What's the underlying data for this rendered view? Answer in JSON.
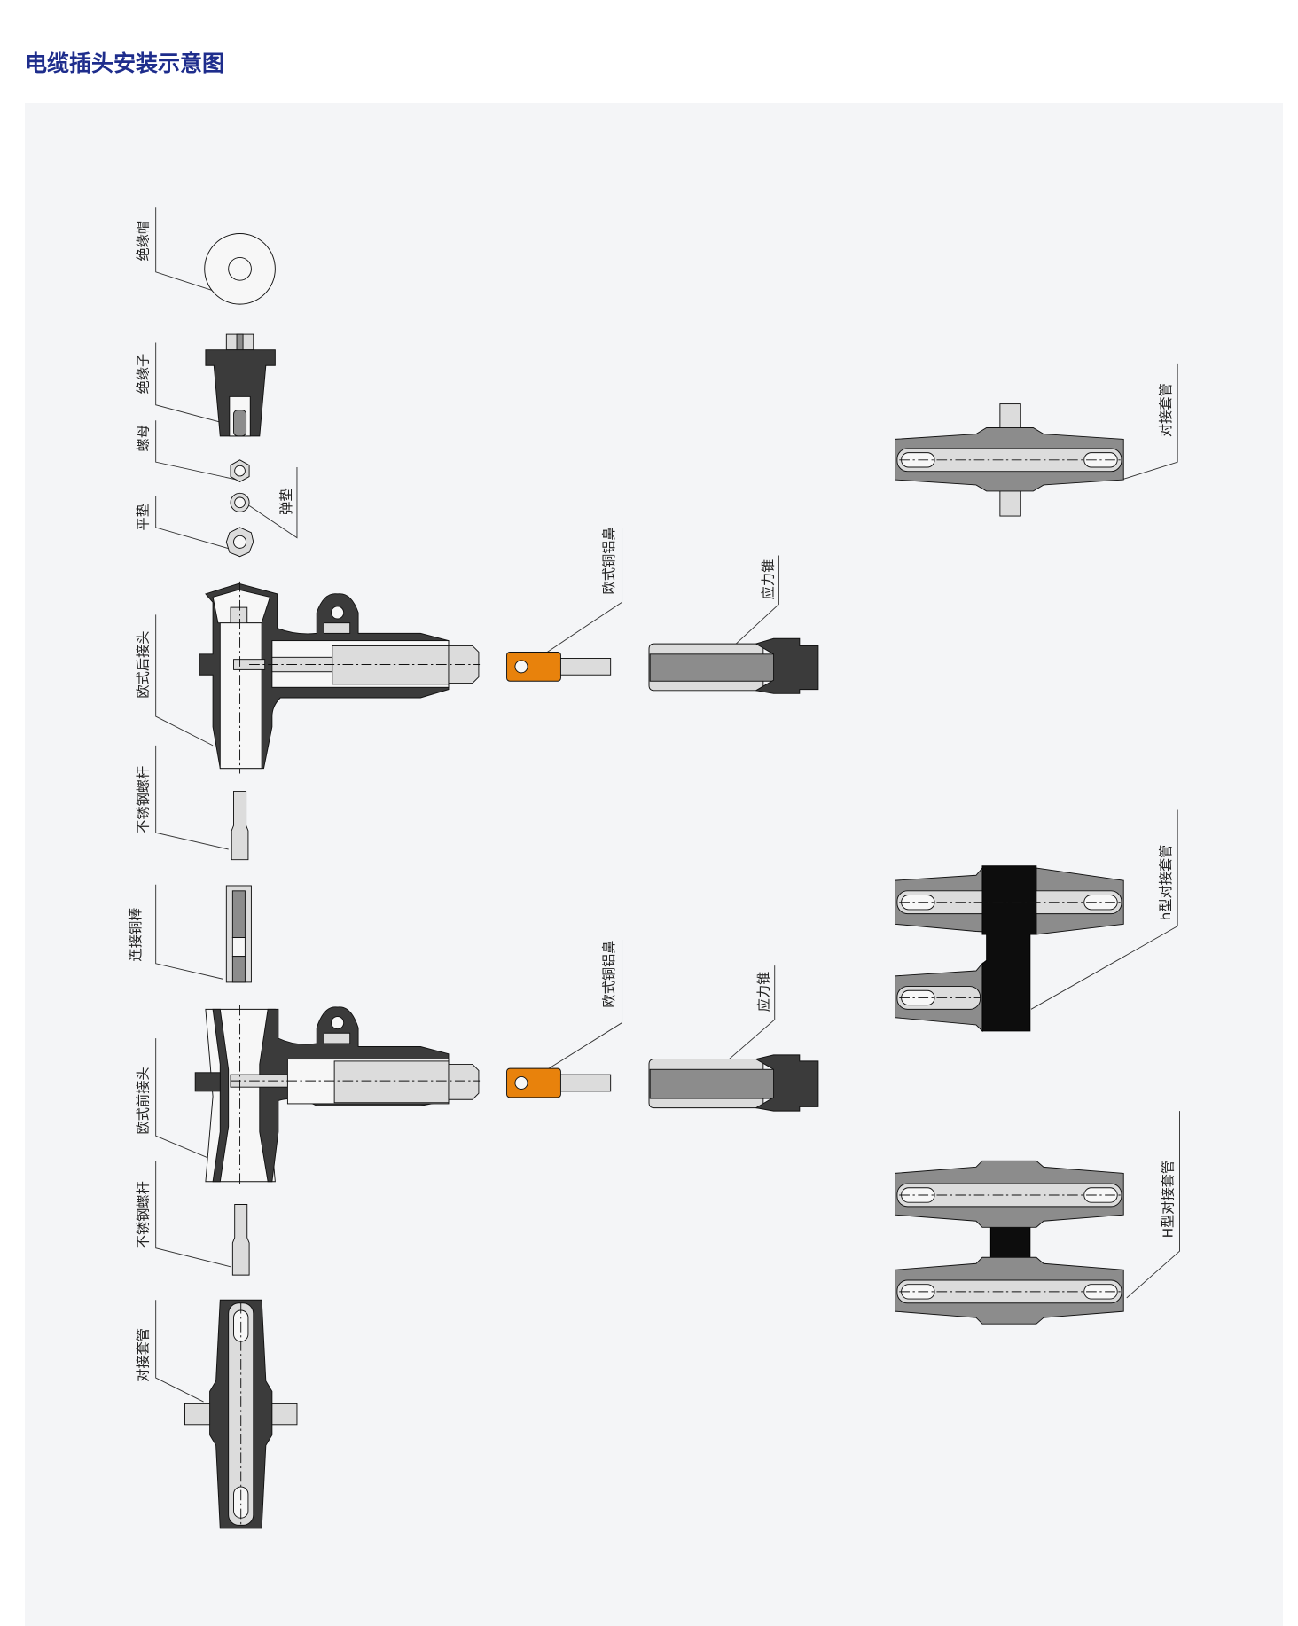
{
  "title": "电缆插头安装示意图",
  "labels": {
    "insulating_cap": "绝缘帽",
    "insulator": "绝缘子",
    "nut": "螺母",
    "flat_washer": "平垫",
    "spring_washer": "弹垫",
    "euro_rear_connector": "欧式后接头",
    "stainless_bolt_1": "不锈钢螺杆",
    "copper_rod": "连接铜棒",
    "euro_front_connector": "欧式前接头",
    "stainless_bolt_2": "不锈钢螺杆",
    "coupling_sleeve_left": "对接套管",
    "lug_1": "欧式铜铝鼻",
    "lug_2": "欧式铜铝鼻",
    "stress_cone_1": "应力锥",
    "stress_cone_2": "应力锥",
    "coupling_sleeve_right": "对接套管",
    "h_sleeve_lower": "h型对接套管",
    "h_sleeve_upper": "H型对接套管"
  },
  "colors": {
    "title": "#1e2d8c",
    "lug": "#e8820c",
    "body": "#3b3b3b",
    "panel": "#f4f5f7"
  }
}
